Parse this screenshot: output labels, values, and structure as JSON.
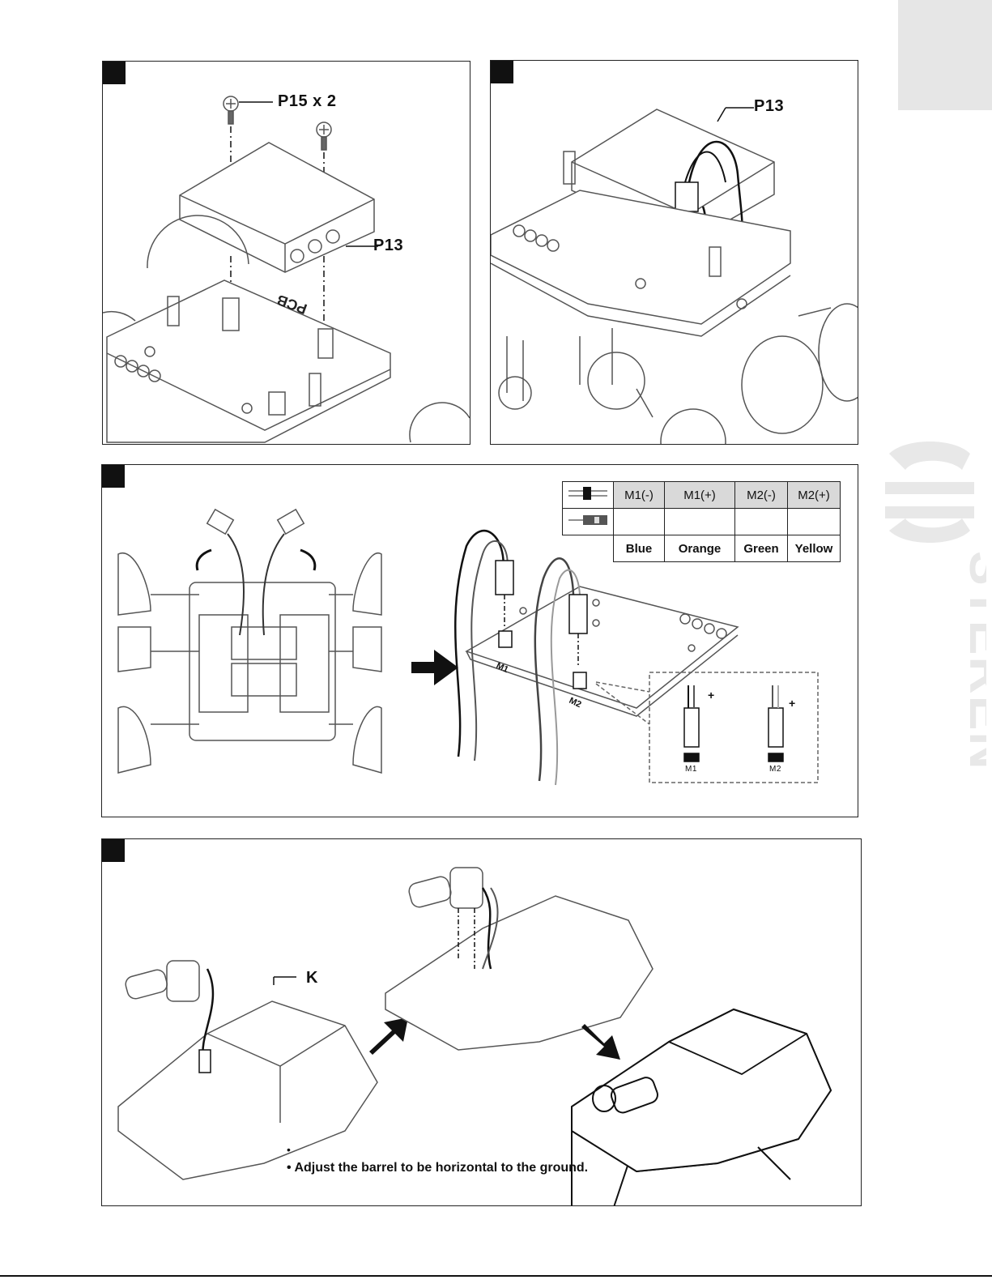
{
  "panel1": {
    "screw_label": "P15 x 2",
    "holder_label": "P13",
    "pcb_text": "PCB"
  },
  "panel2": {
    "holder_label": "P13"
  },
  "panel3": {
    "table": {
      "headers": [
        "M1(-)",
        "M1(+)",
        "M2(-)",
        "M2(+)"
      ],
      "colors": [
        "Blue",
        "Orange",
        "Green",
        "Yellow"
      ]
    },
    "m1": "M1",
    "m2": "M2",
    "plus": "+"
  },
  "panel4": {
    "part_label": "K",
    "note_bullet": "•",
    "note": "• Adjust the barrel to be horizontal to the ground."
  },
  "brand": {
    "name": "STEREN"
  },
  "colors": {
    "tab_gray": "#e6e6e6",
    "header_gray": "#d9d9d9",
    "ink": "#111111"
  }
}
